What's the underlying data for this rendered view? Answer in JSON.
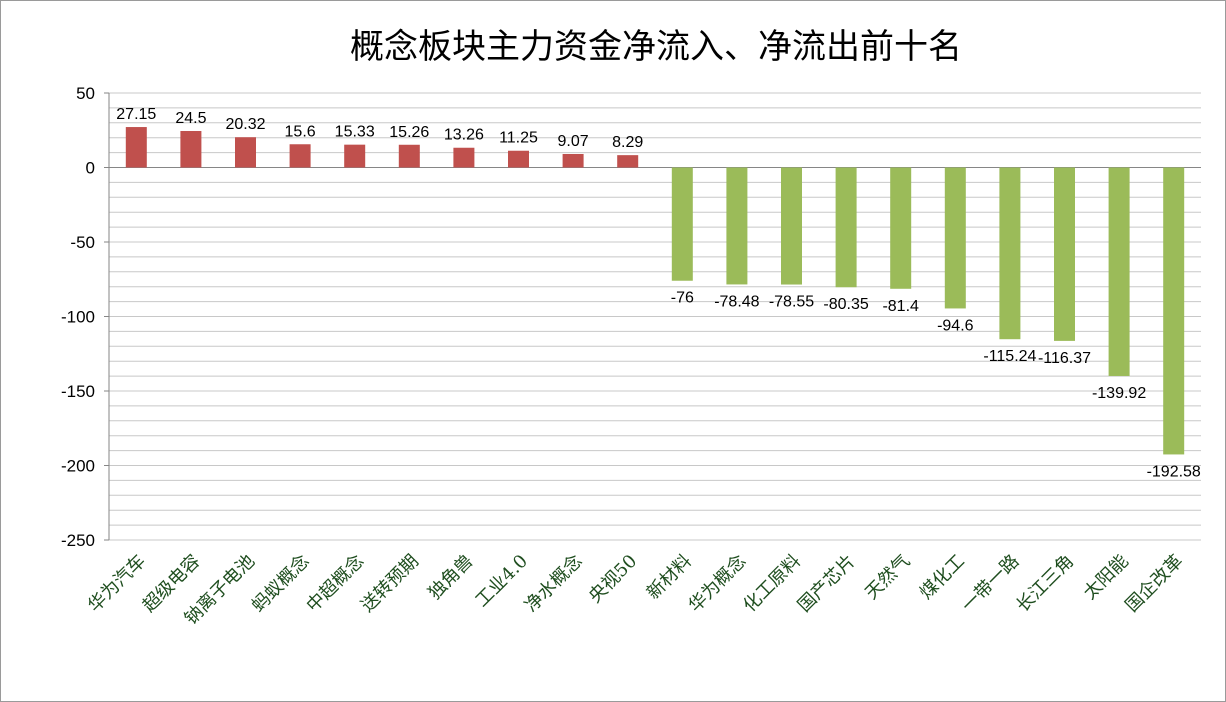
{
  "chart_data": {
    "type": "bar",
    "title": "概念板块主力资金净流入、净流出前十名",
    "xlabel": "",
    "ylabel": "",
    "ylim": [
      -250,
      50
    ],
    "yticks": [
      50,
      0,
      -50,
      -100,
      -150,
      -200,
      -250
    ],
    "grid": true,
    "legend": "none",
    "colors": {
      "positive": "#c0504d",
      "negative": "#9bbb59",
      "grid": "#c8c8c8",
      "axis": "#868686"
    },
    "categories": [
      "华为汽车",
      "超级电容",
      "钠离子电池",
      "蚂蚁概念",
      "中超概念",
      "送转预期",
      "独角兽",
      "工业4.0",
      "净水概念",
      "央视50",
      "新材料",
      "华为概念",
      "化工原料",
      "国产芯片",
      "天然气",
      "煤化工",
      "一带一路",
      "长江三角",
      "太阳能",
      "国企改革"
    ],
    "values": [
      27.15,
      24.5,
      20.32,
      15.6,
      15.33,
      15.26,
      13.26,
      11.25,
      9.07,
      8.29,
      -76,
      -78.48,
      -78.55,
      -80.35,
      -81.4,
      -94.6,
      -115.24,
      -116.37,
      -139.92,
      -192.58
    ],
    "data_labels": [
      "27.15",
      "24.5",
      "20.32",
      "15.6",
      "15.33",
      "15.26",
      "13.26",
      "11.25",
      "9.07",
      "8.29",
      "-76",
      "-78.48",
      "-78.55",
      "-80.35",
      "-81.4",
      "-94.6",
      "-115.24",
      "-116.37",
      "-139.92",
      "-192.58"
    ]
  }
}
